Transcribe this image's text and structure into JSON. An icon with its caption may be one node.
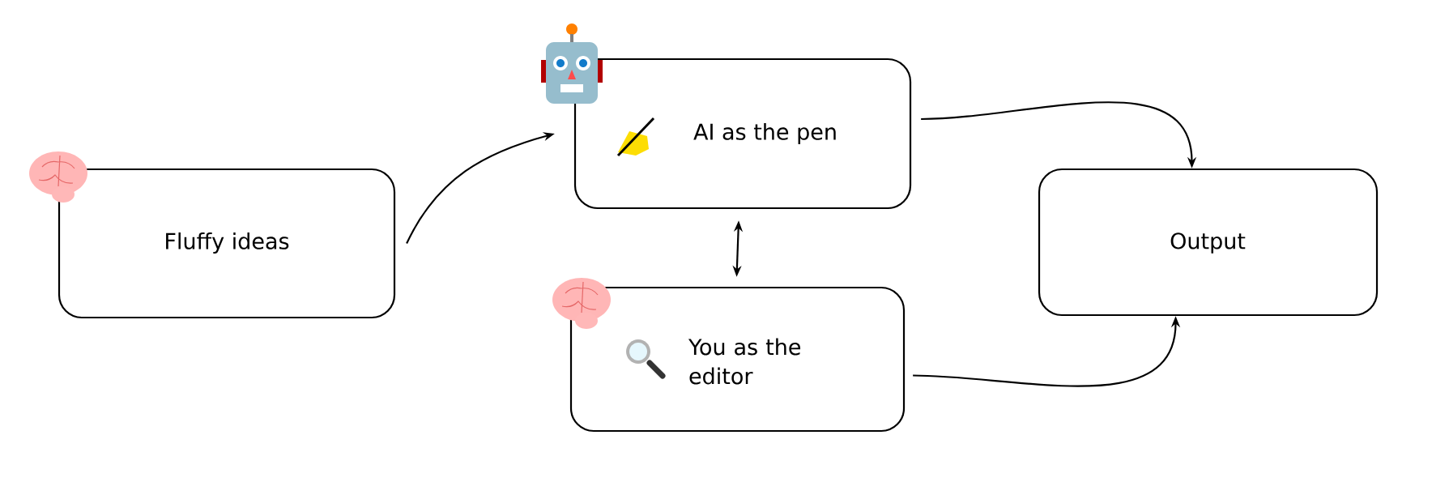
{
  "diagram": {
    "nodes": [
      {
        "text": [
          "Fluffy ideas"
        ]
      },
      {
        "text": [
          "AI as the pen"
        ]
      },
      {
        "text": [
          "You as the editor"
        ]
      },
      {
        "text": [
          "Output"
        ]
      }
    ],
    "edges": [
      {
        "from": 0,
        "to": 1,
        "arrow": "to"
      },
      {
        "from": 1,
        "to": 3,
        "arrow": "to"
      },
      {
        "from": 2,
        "to": 3,
        "arrow": "to"
      },
      {
        "from": 1,
        "to": 2,
        "arrow": "both"
      }
    ]
  }
}
